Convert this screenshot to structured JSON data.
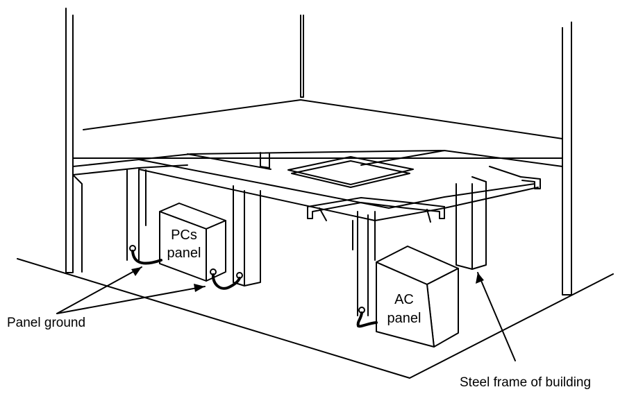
{
  "diagram": {
    "pcs_panel": {
      "line1": "PCs",
      "line2": "panel"
    },
    "ac_panel": {
      "line1": "AC",
      "line2": "panel"
    },
    "label_panel_ground": "Panel ground",
    "label_steel_frame": "Steel frame of building"
  },
  "colors": {
    "stroke": "#000000",
    "background": "#ffffff"
  }
}
